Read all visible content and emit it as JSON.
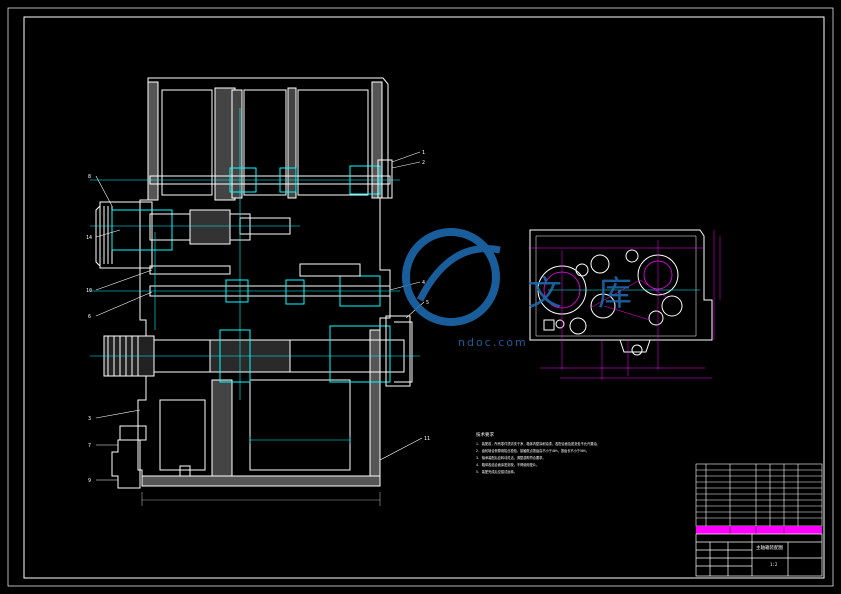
{
  "drawing": {
    "background": "#000000",
    "line_color": "#ffffff",
    "dim_color": "#00ffff",
    "accent_color": "#ff00ff",
    "watermark_color": "#1e6fb5"
  },
  "watermark": {
    "chars": [
      "文",
      "库"
    ],
    "url": "ndoc.com"
  },
  "balloons": {
    "left": [
      "8",
      "14",
      "10",
      "6",
      "3",
      "7",
      "9"
    ],
    "right": [
      "1",
      "2",
      "4",
      "5",
      "11"
    ]
  },
  "tech_notes": {
    "heading": "技术要求",
    "lines": [
      "1. 装配前，所有零件须清洗干净，箱体内壁涂耐油漆，各配合面及密封处不允许漏油。",
      "2. 齿轮啮合侧隙用铅丝检验，接触斑点按齿高不小于40%，按齿长不小于50%。",
      "3. 轴承装配后应转动灵活，调整游隙符合要求。",
      "4. 箱体各结合面涂密封胶，不得使用垫片。",
      "5. 装配完成后空载试运转。"
    ]
  },
  "title_block": {
    "drawing_title": "主轴箱装配图",
    "scale": "1:2"
  }
}
